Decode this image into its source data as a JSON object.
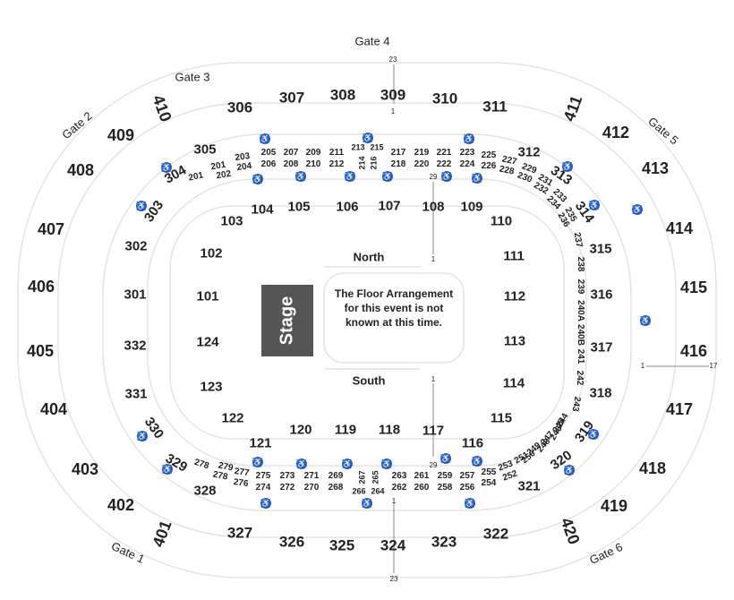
{
  "stage_label": "Stage",
  "floor_note": "The Floor Arrangement for this event is not known at this time.",
  "north_label": "North",
  "south_label": "South",
  "gates": {
    "g1": "Gate 1",
    "g2": "Gate 2",
    "g3": "Gate 3",
    "g4": "Gate 4",
    "g5": "Gate 5",
    "g6": "Gate 6"
  },
  "rows": {
    "top_row": "23",
    "top_1": "1",
    "s108_29": "29",
    "s108_1": "1",
    "s117_1": "1",
    "s117_29": "29",
    "bottom_1": "1",
    "bottom_row": "23",
    "right_1": "1",
    "right_17": "17"
  },
  "sections": {
    "s401": "401",
    "s402": "402",
    "s403": "403",
    "s404": "404",
    "s405": "405",
    "s406": "406",
    "s407": "407",
    "s408": "408",
    "s409": "409",
    "s410": "410",
    "s411": "411",
    "s412": "412",
    "s413": "413",
    "s414": "414",
    "s415": "415",
    "s416": "416",
    "s417": "417",
    "s418": "418",
    "s419": "419",
    "s420": "420",
    "s301": "301",
    "s302": "302",
    "s303": "303",
    "s304": "304",
    "s305": "305",
    "s306": "306",
    "s307": "307",
    "s308": "308",
    "s309": "309",
    "s310": "310",
    "s311": "311",
    "s312": "312",
    "s313": "313",
    "s314": "314",
    "s315": "315",
    "s316": "316",
    "s317": "317",
    "s318": "318",
    "s319": "319",
    "s320": "320",
    "s321": "321",
    "s322": "322",
    "s323": "323",
    "s324": "324",
    "s325": "325",
    "s326": "326",
    "s327": "327",
    "s328": "328",
    "s329": "329",
    "s330": "330",
    "s331": "331",
    "s332": "332",
    "s101": "101",
    "s102": "102",
    "s103": "103",
    "s104": "104",
    "s105": "105",
    "s106": "106",
    "s107": "107",
    "s108": "108",
    "s109": "109",
    "s110": "110",
    "s111": "111",
    "s112": "112",
    "s113": "113",
    "s114": "114",
    "s115": "115",
    "s116": "116",
    "s117": "117",
    "s118": "118",
    "s119": "119",
    "s120": "120",
    "s121": "121",
    "s122": "122",
    "s123": "123",
    "s124": "124",
    "s201": "201",
    "s202": "202",
    "s203": "203",
    "s204": "204",
    "s205": "205",
    "s206": "206",
    "s207": "207",
    "s208": "208",
    "s209": "209",
    "s210": "210",
    "s211": "211",
    "s212": "212",
    "s213": "213",
    "s214": "214",
    "s215": "215",
    "s216": "216",
    "s217": "217",
    "s218": "218",
    "s219": "219",
    "s220": "220",
    "s221": "221",
    "s222": "222",
    "s223": "223",
    "s224": "224",
    "s225": "225",
    "s226": "226",
    "s227": "227",
    "s228": "228",
    "s229": "229",
    "s230": "230",
    "s231": "231",
    "s232": "232",
    "s233": "233",
    "s234": "234",
    "s235": "235",
    "s236": "236",
    "s237": "237",
    "s238": "238",
    "s239": "239",
    "s240A": "240A",
    "s240B": "240B",
    "s241": "241",
    "s242": "242",
    "s243": "243",
    "s244": "244",
    "s245": "245",
    "s246": "246",
    "s247": "247",
    "s248": "248",
    "s249": "249",
    "s250": "250",
    "s251": "251",
    "s252": "252",
    "s253": "253",
    "s254": "254",
    "s255": "255",
    "s256": "256",
    "s257": "257",
    "s258": "258",
    "s259": "259",
    "s260": "260",
    "s261": "261",
    "s262": "262",
    "s263": "263",
    "s264": "264",
    "s265": "265",
    "s266": "266",
    "s267": "267",
    "s268": "268",
    "s269": "269",
    "s270": "270",
    "s271": "271",
    "s272": "272",
    "s273": "273",
    "s274": "274",
    "s275": "275",
    "s276": "276",
    "s277": "277",
    "s278": "278",
    "s279": "279"
  },
  "icons": {
    "wheelchair": "wheelchair-accessible-icon"
  },
  "colors": {
    "stage": "#555555",
    "wheelchair": "#2d5fd1",
    "lines": "#e3e3e3"
  }
}
